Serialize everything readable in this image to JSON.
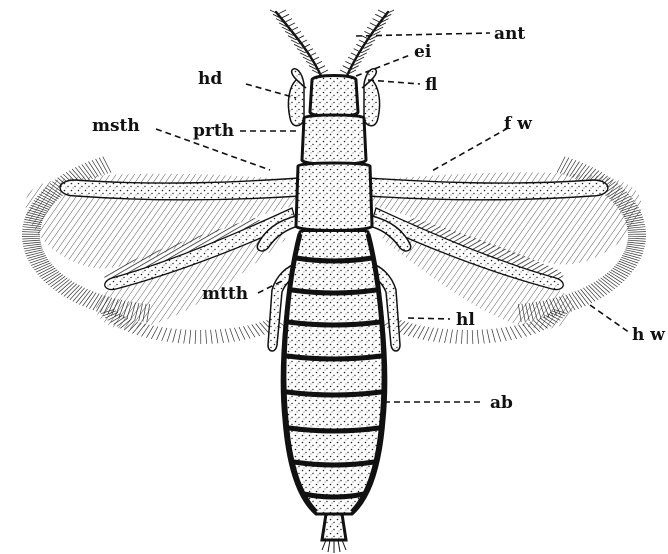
{
  "figure": {
    "labels": {
      "ant": "ant",
      "ei": "ei",
      "fl": "fl",
      "hd": "hd",
      "prth": "prth",
      "msth": "msth",
      "fw": "f w",
      "mtth": "mtth",
      "hl": "hl",
      "hw": "h w",
      "ab": "ab"
    }
  },
  "colors": {
    "ink": "#111111",
    "paper": "#ffffff"
  }
}
